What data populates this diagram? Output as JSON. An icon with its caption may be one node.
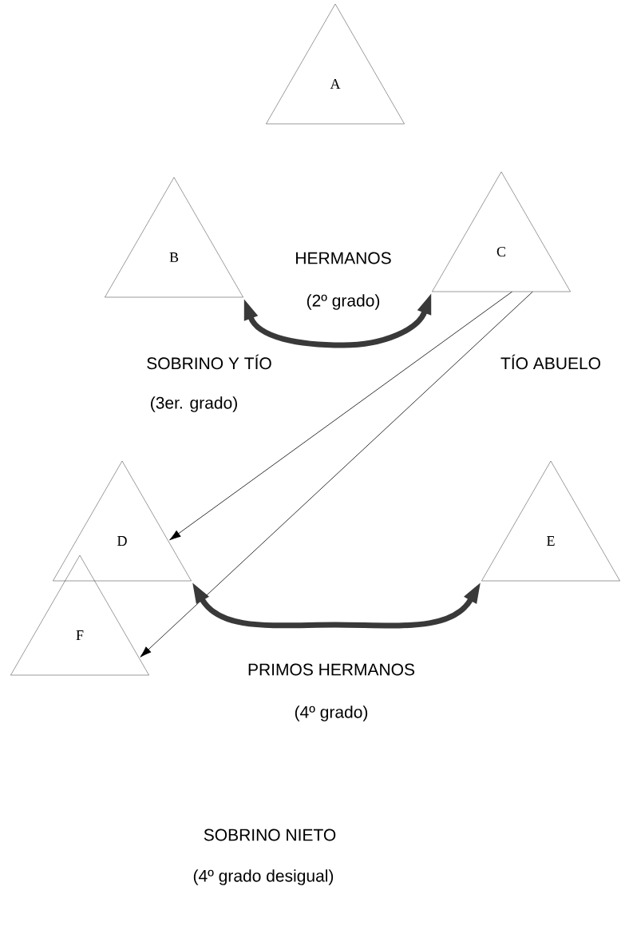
{
  "diagram": {
    "nodes": [
      {
        "text": [
          "A"
        ]
      },
      {
        "text": [
          "B"
        ]
      },
      {
        "text": [
          "C"
        ]
      },
      {
        "text": [
          "D"
        ]
      },
      {
        "text": [
          "E"
        ]
      },
      {
        "text": [
          "F"
        ]
      }
    ],
    "edges": [
      {
        "from": 1,
        "to": 2,
        "arrow": "both",
        "style": "thick"
      },
      {
        "from": 2,
        "to": 3,
        "arrow": "to"
      },
      {
        "from": 2,
        "to": 5,
        "arrow": "to"
      },
      {
        "from": 3,
        "to": 4,
        "arrow": "both",
        "style": "thick"
      }
    ],
    "labels": [
      "HERMANOS",
      "(2º grado)",
      "SOBRINO Y TÍO",
      "TÍO ABUELO",
      "(3er. grado)",
      "PRIMOS HERMANOS",
      "(4º grado)",
      "SOBRINO NIETO",
      "(4º grado desigual)"
    ]
  }
}
